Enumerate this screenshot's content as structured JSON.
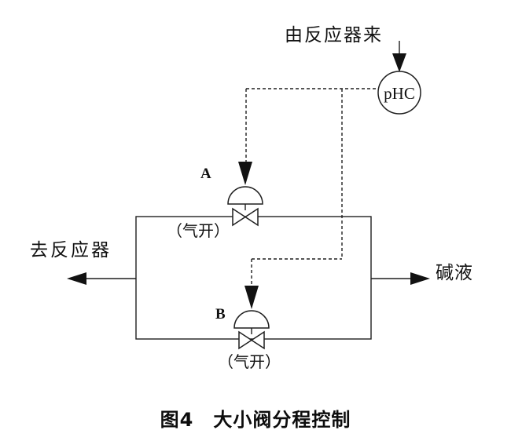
{
  "figure": {
    "caption": "图4　大小阀分程控制",
    "labels": {
      "from_reactor": "由反应器来",
      "controller": "pHC",
      "valve_a": "A",
      "valve_a_note": "（气开）",
      "valve_b": "B",
      "valve_b_note": "（气开）",
      "to_reactor": "去反应器",
      "alkali": "碱液"
    },
    "colors": {
      "line": "#1f1f1f",
      "text": "#111111",
      "background": "#ffffff"
    }
  }
}
